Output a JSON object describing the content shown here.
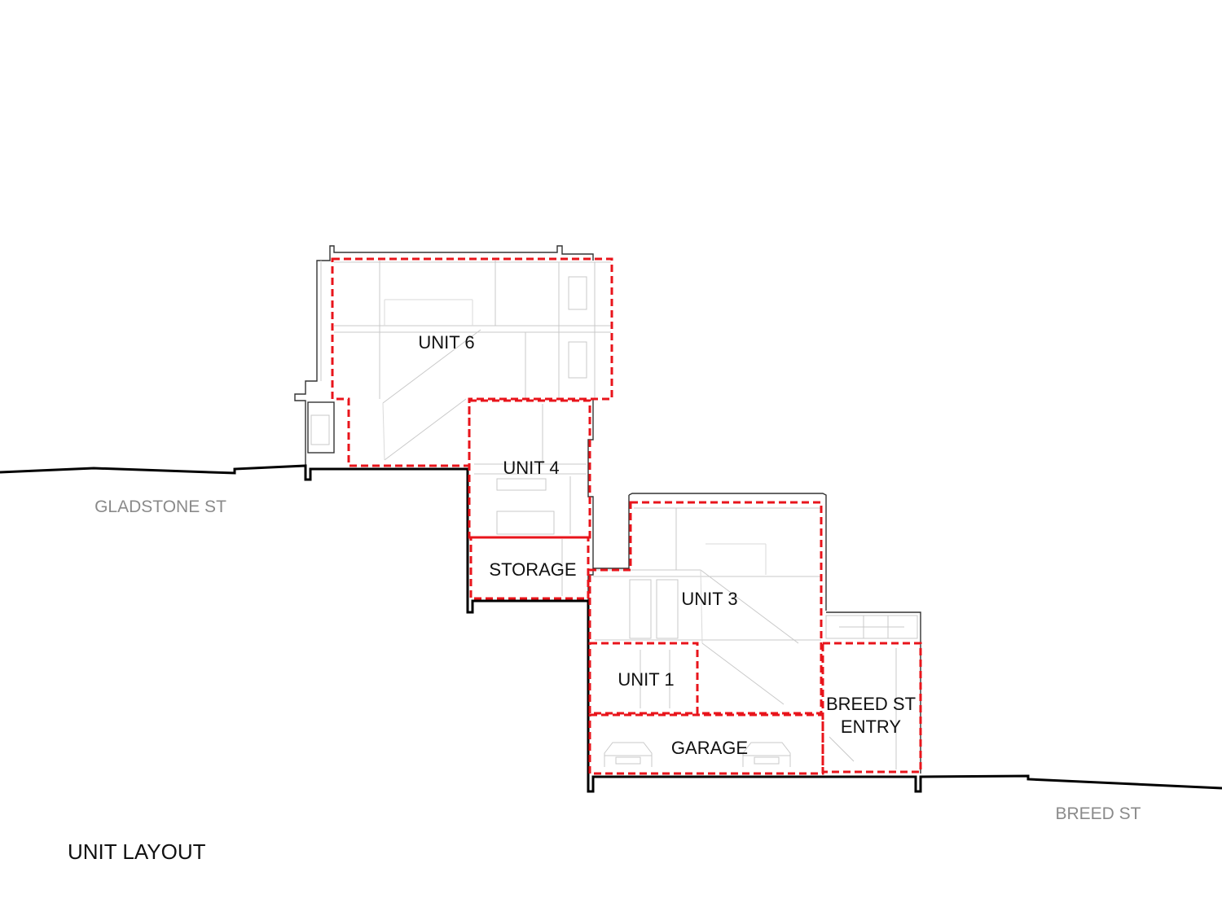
{
  "drawing": {
    "title": "UNIT LAYOUT",
    "streets": {
      "left": "GLADSTONE ST",
      "right": "BREED ST"
    },
    "zones": {
      "unit6": "UNIT 6",
      "unit4": "UNIT 4",
      "storage": "STORAGE",
      "unit3": "UNIT 3",
      "unit1": "UNIT 1",
      "garage": "GARAGE",
      "entry_line1": "BREED ST",
      "entry_line2": "ENTRY"
    },
    "colors": {
      "zone_outline": "#e8141b",
      "ground_line": "#000000",
      "street_label": "#8a8a8a"
    }
  }
}
